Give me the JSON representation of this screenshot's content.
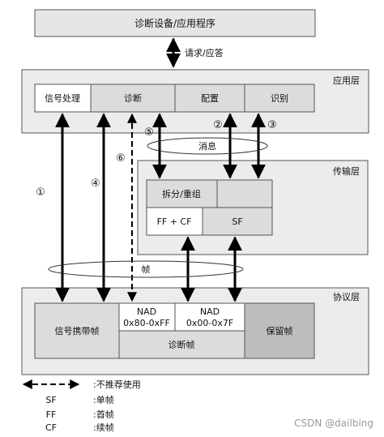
{
  "top_box": "诊断设备/应用程序",
  "request_response": "请求/应答",
  "application_layer": {
    "title": "应用层",
    "cells": [
      "信号处理",
      "诊断",
      "配置",
      "识别"
    ]
  },
  "message_label": "消息",
  "transport_layer": {
    "title": "传输层",
    "split_regroup": "拆分/重组",
    "ff_cf": "FF + CF",
    "sf": "SF"
  },
  "frame_label": "帧",
  "protocol_layer": {
    "title": "协议层",
    "signal_frame": "信号携带帧",
    "nad1_line1": "NAD",
    "nad1_line2": "0x80-0xFF",
    "nad2_line1": "NAD",
    "nad2_line2": "0x00-0x7F",
    "reserved": "保留帧",
    "diag_frame": "诊断帧"
  },
  "markers": [
    "①",
    "②",
    "③",
    "④",
    "⑤",
    "⑥"
  ],
  "legend": {
    "dashed": ":不推荐使用",
    "items": [
      {
        "key": "SF",
        "desc": ":单帧"
      },
      {
        "key": "FF",
        "desc": ":首帧"
      },
      {
        "key": "CF",
        "desc": ":续帧"
      }
    ]
  },
  "watermark": "CSDN @dailbing"
}
